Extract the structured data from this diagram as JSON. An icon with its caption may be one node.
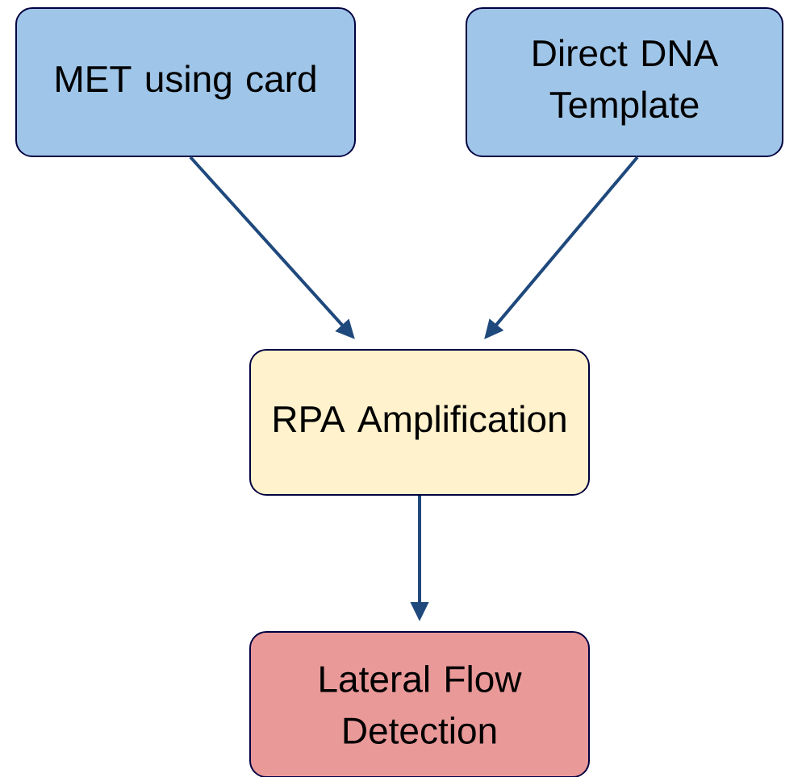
{
  "diagram": {
    "nodes": [
      {
        "text": [
          "MET using card"
        ]
      },
      {
        "text": [
          "Direct DNA Template"
        ]
      },
      {
        "text": [
          "RPA Amplification"
        ]
      },
      {
        "text": [
          "Lateral Flow Detection"
        ]
      }
    ],
    "edges": [
      {
        "from": 0,
        "to": 2,
        "arrow": "to"
      },
      {
        "from": 1,
        "to": 2,
        "arrow": "to"
      },
      {
        "from": 2,
        "to": 3,
        "arrow": "to"
      }
    ]
  }
}
